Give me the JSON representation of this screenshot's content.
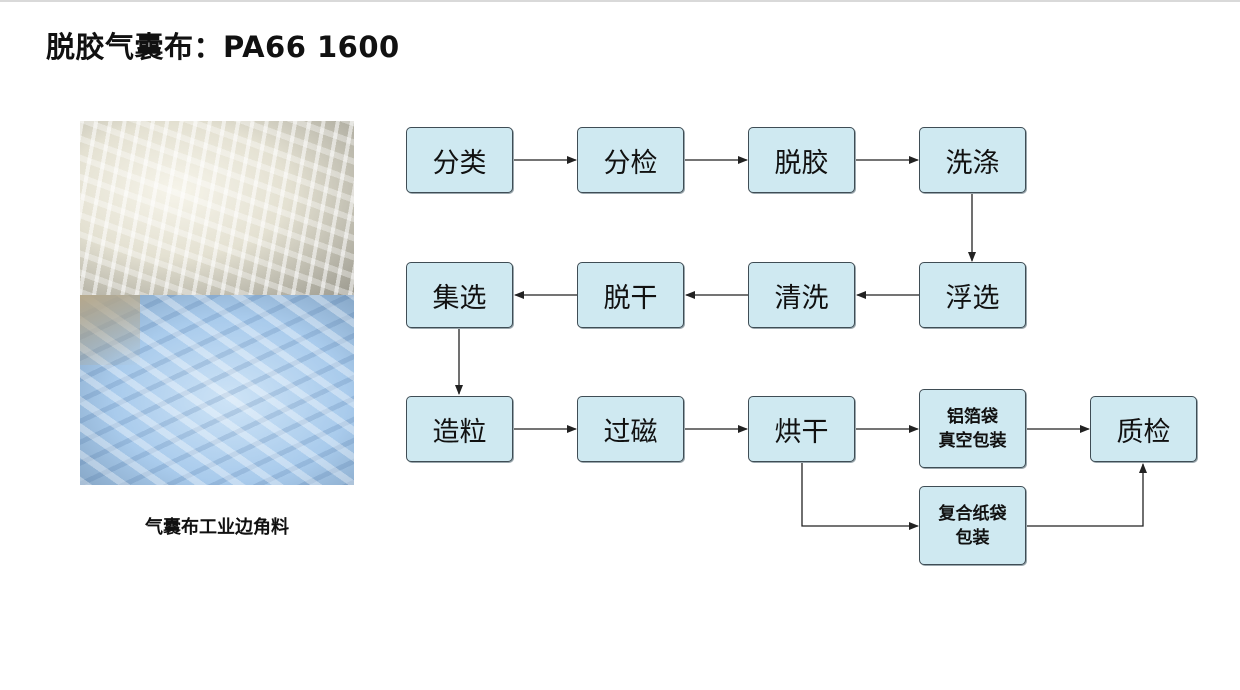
{
  "title": "脱胶气囊布：PA66 1600",
  "photo_caption": "气囊布工业边角料",
  "steps": {
    "classify": "分类",
    "inspect": "分检",
    "degum": "脱胶",
    "wash": "洗涤",
    "float": "浮选",
    "rinse": "清洗",
    "dehydrate": "脱干",
    "collect": "集选",
    "pelletize": "造粒",
    "magnet": "过磁",
    "dry": "烘干",
    "foil_line1": "铝箔袋",
    "foil_line2": "真空包装",
    "paper_line1": "复合纸袋",
    "paper_line2": "包装",
    "qc": "质检"
  }
}
